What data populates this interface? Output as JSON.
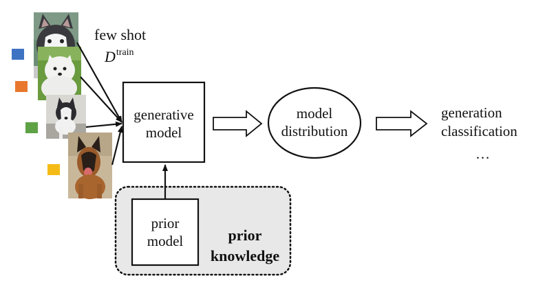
{
  "few_shot": {
    "label": "few shot",
    "set_symbol": "D",
    "set_superscript": "train",
    "samples": [
      {
        "kind": "husky-puppy",
        "marker_color": "#3e73c4"
      },
      {
        "kind": "white-fluffy-dog",
        "marker_color": "#e8782d"
      },
      {
        "kind": "husky-adult",
        "marker_color": "#5fa246"
      },
      {
        "kind": "german-shepherd",
        "marker_color": "#f4bb16"
      }
    ]
  },
  "generative_model": {
    "line1": "generative",
    "line2": "model"
  },
  "model_distribution": {
    "line1": "model",
    "line2": "distribution"
  },
  "outputs": {
    "line1": "generation",
    "line2": "classification",
    "line3": "…"
  },
  "prior_model": {
    "line1": "prior",
    "line2": "model"
  },
  "prior_knowledge": {
    "line1": "prior",
    "line2": "knowledge"
  },
  "colors": {
    "prior_region_fill": "#e8e8e8",
    "stroke": "#111111"
  }
}
